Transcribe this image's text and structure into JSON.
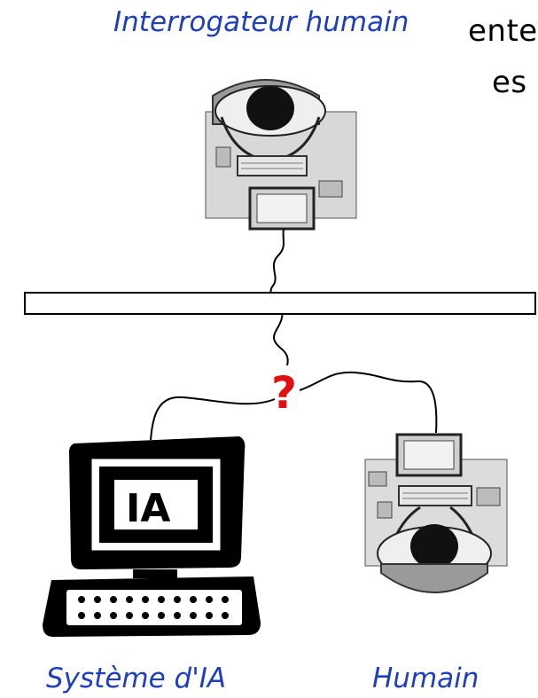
{
  "slide": {
    "cut_text_line1": "ente",
    "cut_text_line2": "es"
  },
  "labels": {
    "interrogator": "Interrogateur humain",
    "ai_system": "Système d'IA",
    "human": "Humain"
  },
  "diagram": {
    "unknown_symbol": "?",
    "computer_screen_text": "IA"
  },
  "colors": {
    "label": "#1d3fbf",
    "question_mark": "#e01010"
  }
}
